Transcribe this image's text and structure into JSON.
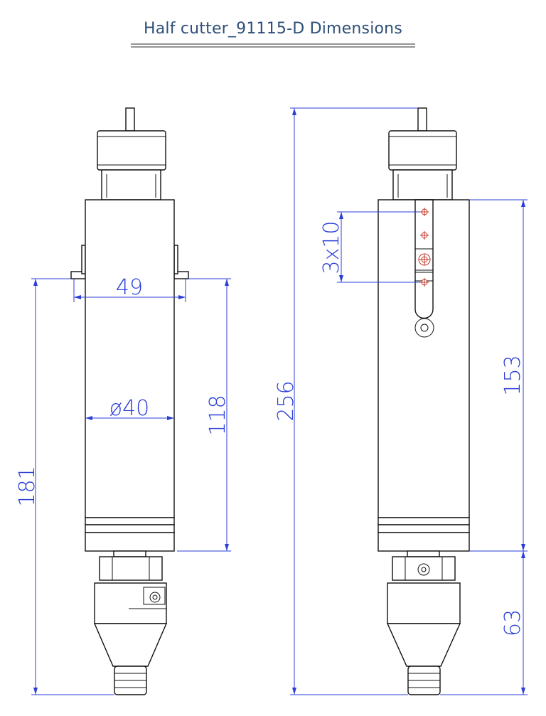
{
  "title": "Half cutter_91115-D Dimensions",
  "colors": {
    "title": "#2e4f78",
    "dimension": "#2b3fd8",
    "outline": "#111111",
    "mark": "#c0392b"
  },
  "dimensions": {
    "width_49": "49",
    "diameter_40": "ø40",
    "height_118": "118",
    "height_181": "181",
    "height_256": "256",
    "spacing_3x10": "3x10",
    "height_153": "153",
    "height_63": "63"
  }
}
